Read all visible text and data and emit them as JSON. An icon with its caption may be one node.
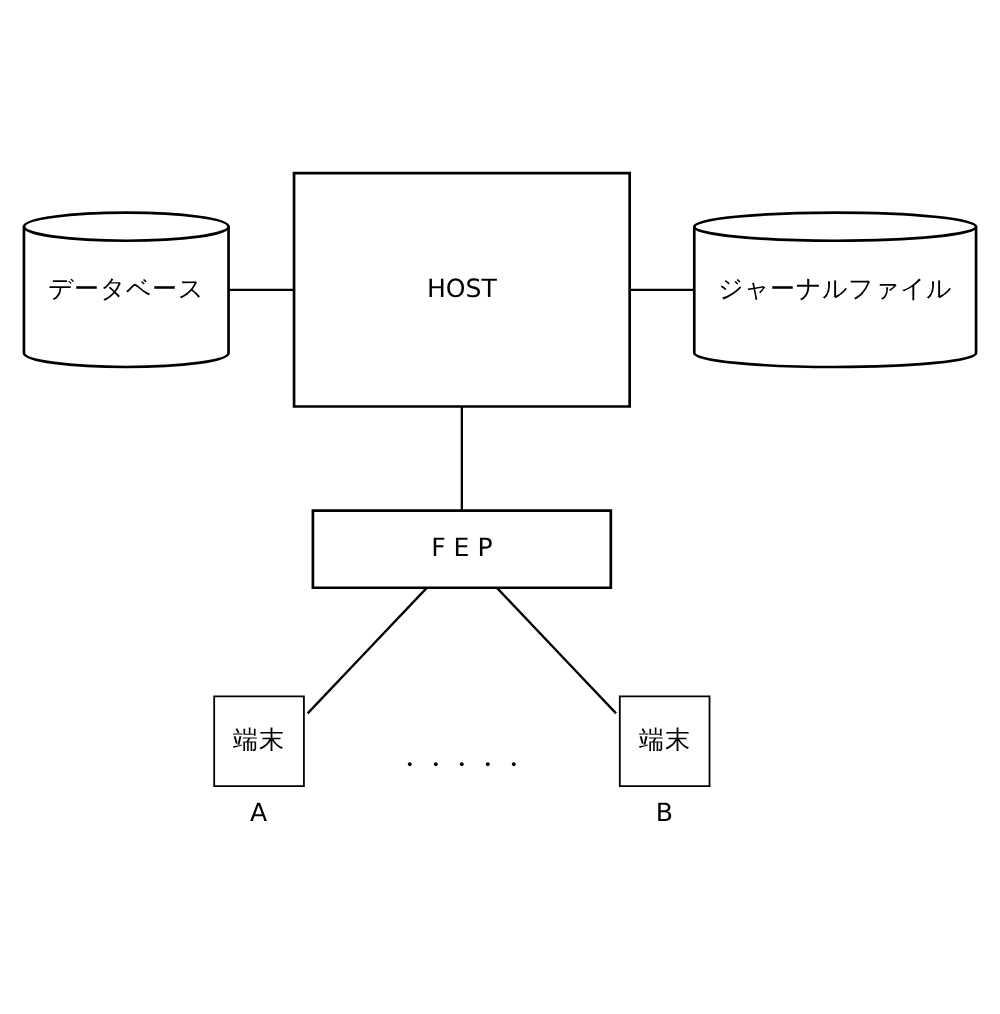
{
  "diagram": {
    "nodes": [
      {
        "text": [
          "データベース"
        ]
      },
      {
        "text": [
          "HOST"
        ]
      },
      {
        "text": [
          "ジャーナルファイル"
        ]
      },
      {
        "text": [
          "F E P"
        ]
      },
      {
        "text": [
          "端末"
        ],
        "beside": [
          "A"
        ]
      },
      {
        "text": [
          "端末"
        ],
        "beside": [
          "B"
        ]
      }
    ],
    "edges": [
      {
        "from": 0,
        "to": 1,
        "arrow": "none"
      },
      {
        "from": 1,
        "to": 2,
        "arrow": "none"
      },
      {
        "from": 1,
        "to": 3,
        "arrow": "none"
      },
      {
        "from": 3,
        "to": 4,
        "arrow": "none"
      },
      {
        "from": 3,
        "to": 5,
        "arrow": "none"
      }
    ],
    "labels": [
      "・・・・・"
    ]
  }
}
